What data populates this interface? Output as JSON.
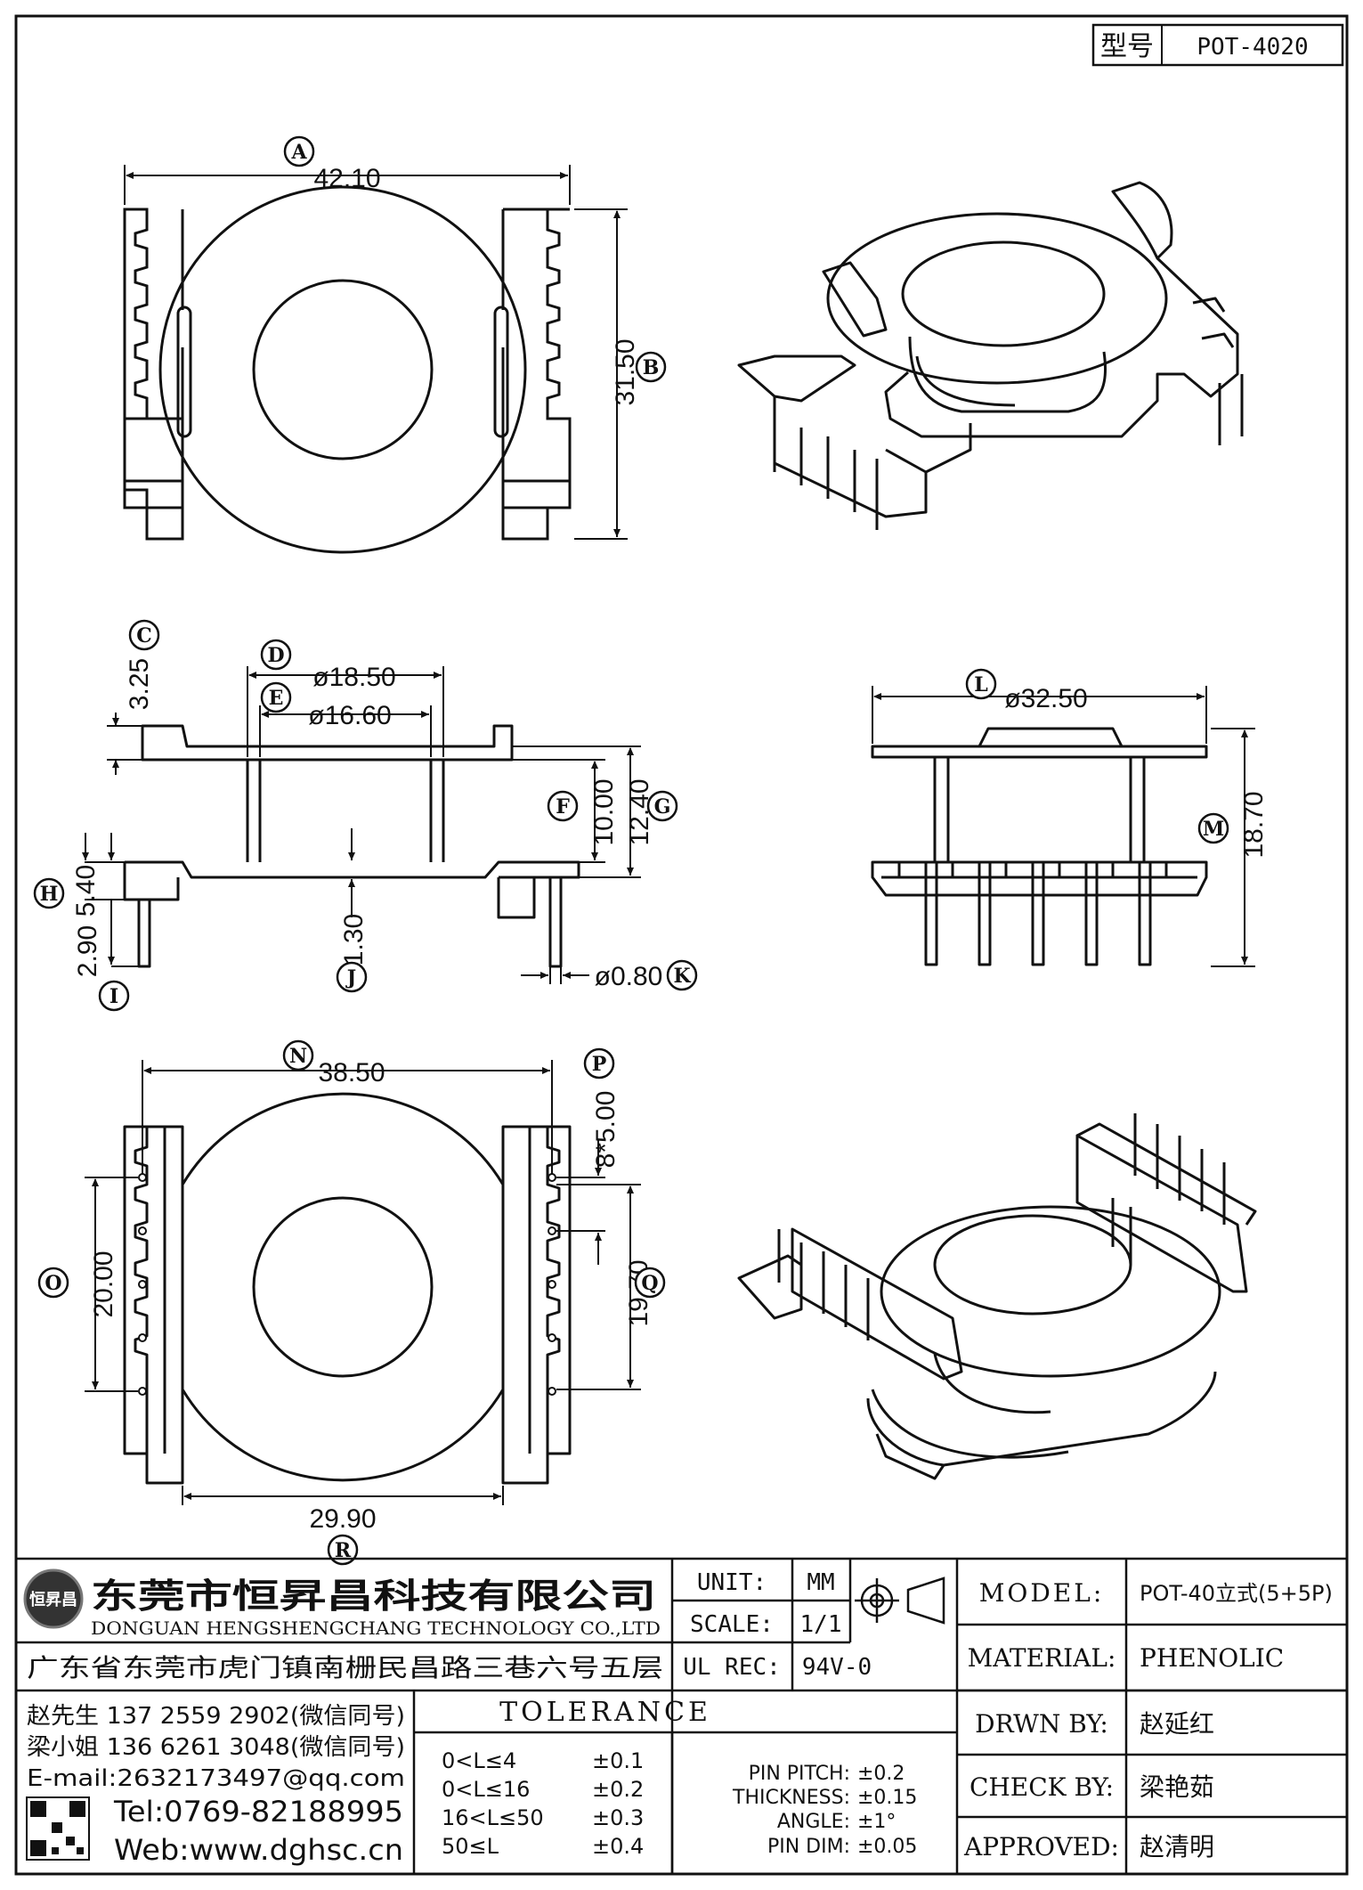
{
  "header": {
    "type_label": "型号",
    "part_number": "POT-4020"
  },
  "dimensions": {
    "A": "42.10",
    "B": "31.50",
    "C": "3.25",
    "D": "ø18.50",
    "E": "ø16.60",
    "F": "10.00",
    "G": "12.40",
    "H": "5.40",
    "I": "2.90",
    "J": "1.30",
    "K": "ø0.80",
    "L": "ø32.50",
    "M": "18.70",
    "N": "38.50",
    "O": "20.00",
    "P": "8*5.00",
    "Q": "19.70",
    "R": "29.90"
  },
  "letters": [
    "A",
    "B",
    "C",
    "D",
    "E",
    "F",
    "G",
    "H",
    "I",
    "J",
    "K",
    "L",
    "M",
    "N",
    "O",
    "P",
    "Q",
    "R"
  ],
  "company": {
    "name_cn": "东莞市恒昇昌科技有限公司",
    "name_en": "DONGUAN HENGSHENGCHANG TECHNOLOGY CO.,LTD",
    "address": "广东省东莞市虎门镇南栅民昌路三巷六号五层",
    "logo_text": "恒昇昌",
    "contact1": "赵先生 137 2559 2902(微信同号)",
    "contact2": "梁小姐 136 6261 3048(微信同号)",
    "email": "E-mail:2632173497@qq.com",
    "tel": "Tel:0769-82188995",
    "web": "Web:www.dghsc.cn"
  },
  "units": {
    "unit_label": "UNIT:",
    "unit_value": "MM",
    "scale_label": "SCALE:",
    "scale_value": "1/1",
    "ul_label": "UL REC:",
    "ul_value": "94V-0"
  },
  "tolerance": {
    "title": "TOLERANCE",
    "ranges": [
      {
        "range": "0<L≤4",
        "value": "±0.1"
      },
      {
        "range": "0<L≤16",
        "value": "±0.2"
      },
      {
        "range": "16<L≤50",
        "value": "±0.3"
      },
      {
        "range": "50≤L",
        "value": "±0.4"
      }
    ],
    "specs": [
      {
        "label": "PIN PITCH:",
        "value": "±0.2"
      },
      {
        "label": "THICKNESS:",
        "value": "±0.15"
      },
      {
        "label": "ANGLE:",
        "value": "±1°"
      },
      {
        "label": "PIN DIM:",
        "value": "±0.05"
      }
    ]
  },
  "info": {
    "model_label": "MODEL:",
    "model_value": "POT-40立式(5+5P)",
    "material_label": "MATERIAL:",
    "material_value": "PHENOLIC",
    "drawn_label": "DRWN BY:",
    "drawn_value": "赵延红",
    "check_label": "CHECK BY:",
    "check_value": "梁艳茹",
    "approved_label": "APPROVED:",
    "approved_value": "赵清明"
  }
}
